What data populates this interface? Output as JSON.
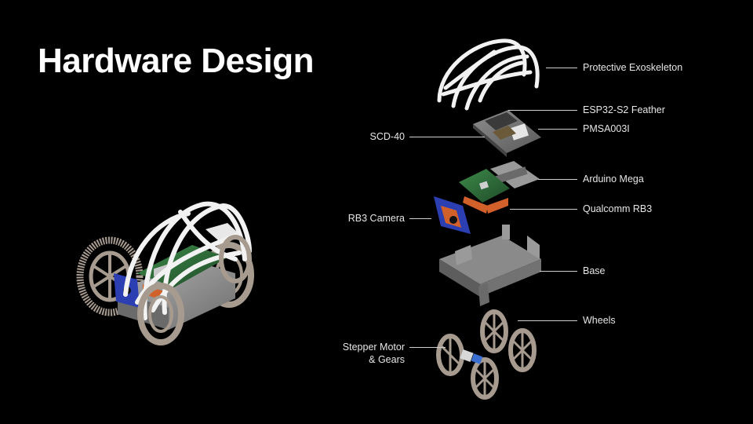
{
  "slide": {
    "title": "Hardware Design"
  },
  "labels": {
    "protective_exoskeleton": "Protective Exoskeleton",
    "esp32_feather": "ESP32-S2 Feather",
    "pmsa003i": "PMSA003I",
    "scd40": "SCD-40",
    "arduino_mega": "Arduino Mega",
    "qualcomm_rb3": "Qualcomm RB3",
    "rb3_camera": "RB3 Camera",
    "base": "Base",
    "wheels": "Wheels",
    "stepper_motor_line1": "Stepper Motor",
    "stepper_motor_line2": "& Gears"
  },
  "colors": {
    "background": "#000000",
    "exoskeleton": "#f2f2f2",
    "board_green": "#2f6b3a",
    "camera_blue": "#2b3fb3",
    "mount_orange": "#d2602a",
    "frame_gray": "#9a9a9a",
    "wheel_tan": "#a69b8e"
  }
}
